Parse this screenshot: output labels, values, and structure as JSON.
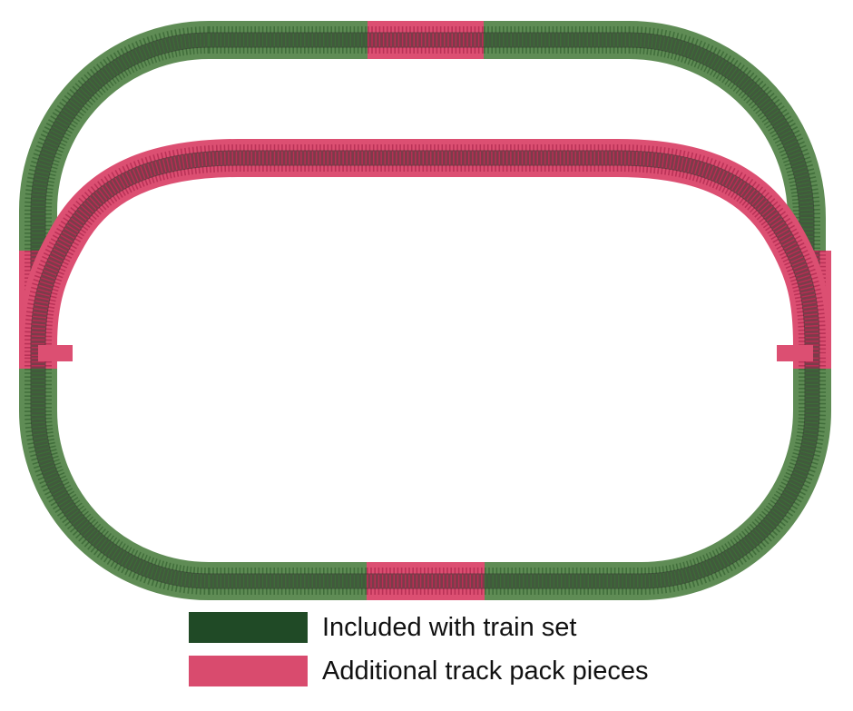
{
  "diagram": {
    "colors": {
      "included": "#5f8c55",
      "included_ties": "#3e6a39",
      "included_swatch": "#204a26",
      "additional": "#dc4f72",
      "additional_ties": "#b62f54",
      "additional_swatch": "#d94b6e",
      "rail": "#2a2f2a"
    },
    "pieces": [
      {
        "name": "top-left-straight",
        "kind": "included"
      },
      {
        "name": "top-middle-straight",
        "kind": "additional"
      },
      {
        "name": "top-right-straight",
        "kind": "included"
      },
      {
        "name": "top-left-curve",
        "kind": "included"
      },
      {
        "name": "top-right-curve",
        "kind": "included"
      },
      {
        "name": "left-switch",
        "kind": "additional"
      },
      {
        "name": "right-switch",
        "kind": "additional"
      },
      {
        "name": "bottom-left-curve",
        "kind": "included"
      },
      {
        "name": "bottom-right-curve",
        "kind": "included"
      },
      {
        "name": "bottom-left-straight",
        "kind": "included"
      },
      {
        "name": "bottom-middle-straight",
        "kind": "additional"
      },
      {
        "name": "bottom-right-straight",
        "kind": "included"
      },
      {
        "name": "inner-siding-loop",
        "kind": "additional"
      }
    ]
  },
  "legend": {
    "included_label": "Included with train set",
    "additional_label": "Additional track pack pieces"
  }
}
